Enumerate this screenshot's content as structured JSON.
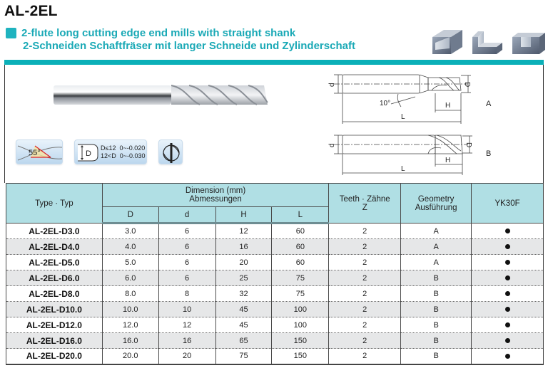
{
  "header": {
    "title": "AL-2EL",
    "subtitle_en": "2-flute long cutting edge end mills with straight shank",
    "subtitle_de": "2-Schneiden Schaftfräser mit langer Schneide und Zylinderschaft",
    "accent_color": "#1aa9b6"
  },
  "icons": {
    "helix_angle": "55°",
    "tolerance_symbol": "D",
    "tolerance_text": "D≤12  0~-0.020\n12<D  0~-0.030",
    "flute_icon": "2-flute-cross-section"
  },
  "drawings": {
    "dim_d": "d",
    "dim_D": "D",
    "dim_H": "H",
    "dim_L": "L",
    "angle": "10°",
    "geometry_a": "A",
    "geometry_b": "B"
  },
  "table": {
    "headers": {
      "type": "Type · Typ",
      "dimension": "Dimension (mm)",
      "dimension_de": "Abmessungen",
      "D": "D",
      "d": "d",
      "H": "H",
      "L": "L",
      "teeth": "Teeth · Zähne",
      "teeth_z": "Z",
      "geometry": "Geometry",
      "geometry_de": "Ausführung",
      "grade": "YK30F"
    },
    "rows": [
      {
        "type": "AL-2EL-D3.0",
        "D": "3.0",
        "d": "6",
        "H": "12",
        "L": "60",
        "Z": "2",
        "geometry": "A",
        "grade": "●"
      },
      {
        "type": "AL-2EL-D4.0",
        "D": "4.0",
        "d": "6",
        "H": "16",
        "L": "60",
        "Z": "2",
        "geometry": "A",
        "grade": "●"
      },
      {
        "type": "AL-2EL-D5.0",
        "D": "5.0",
        "d": "6",
        "H": "20",
        "L": "60",
        "Z": "2",
        "geometry": "A",
        "grade": "●"
      },
      {
        "type": "AL-2EL-D6.0",
        "D": "6.0",
        "d": "6",
        "H": "25",
        "L": "75",
        "Z": "2",
        "geometry": "B",
        "grade": "●"
      },
      {
        "type": "AL-2EL-D8.0",
        "D": "8.0",
        "d": "8",
        "H": "32",
        "L": "75",
        "Z": "2",
        "geometry": "B",
        "grade": "●"
      },
      {
        "type": "AL-2EL-D10.0",
        "D": "10.0",
        "d": "10",
        "H": "45",
        "L": "100",
        "Z": "2",
        "geometry": "B",
        "grade": "●"
      },
      {
        "type": "AL-2EL-D12.0",
        "D": "12.0",
        "d": "12",
        "H": "45",
        "L": "100",
        "Z": "2",
        "geometry": "B",
        "grade": "●"
      },
      {
        "type": "AL-2EL-D16.0",
        "D": "16.0",
        "d": "16",
        "H": "65",
        "L": "150",
        "Z": "2",
        "geometry": "B",
        "grade": "●"
      },
      {
        "type": "AL-2EL-D20.0",
        "D": "20.0",
        "d": "20",
        "H": "75",
        "L": "150",
        "Z": "2",
        "geometry": "B",
        "grade": "●"
      }
    ]
  }
}
